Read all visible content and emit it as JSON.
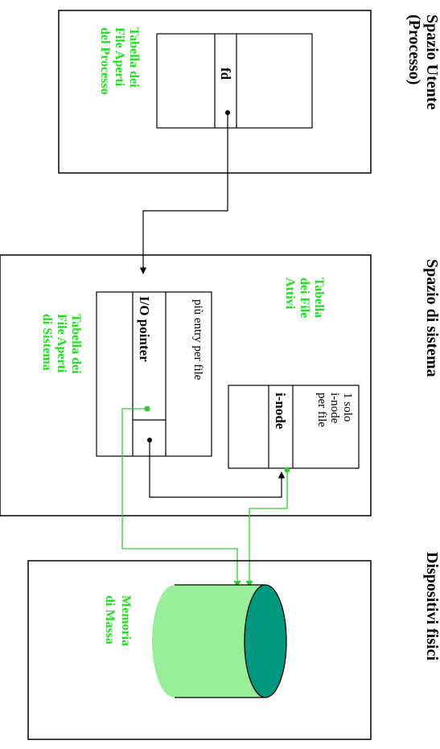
{
  "sections": {
    "user_space": {
      "title_line1": "Spazio Utente",
      "title_line2": "(Processo)"
    },
    "system_space": {
      "title": "Spazio di sistema"
    },
    "devices": {
      "title": "Dispositivi fisici"
    }
  },
  "user_table": {
    "label_line1": "Tabella dei",
    "label_line2": "File Aperti",
    "label_line3": "del Processo",
    "fd_label": "fd"
  },
  "active_files": {
    "label_line1": "Tabella",
    "label_line2": "dei File",
    "label_line3": "Attivi",
    "note_line1": "1 solo",
    "note_line2": "i-node",
    "note_line3": "per file",
    "inode_label": "i-node"
  },
  "system_table": {
    "label_line1": "Tabella dei",
    "label_line2": "File Aperti",
    "label_line3": "di Sistema",
    "note": "più entry per file",
    "io_pointer_label": "I/O pointer"
  },
  "storage": {
    "label_line1": "Memoria",
    "label_line2": "di Massa"
  },
  "colors": {
    "green_text": "#22dd22",
    "green_line": "#33cc33",
    "cylinder_body": "#99ee99",
    "cylinder_face": "#009980",
    "line": "#000000"
  }
}
